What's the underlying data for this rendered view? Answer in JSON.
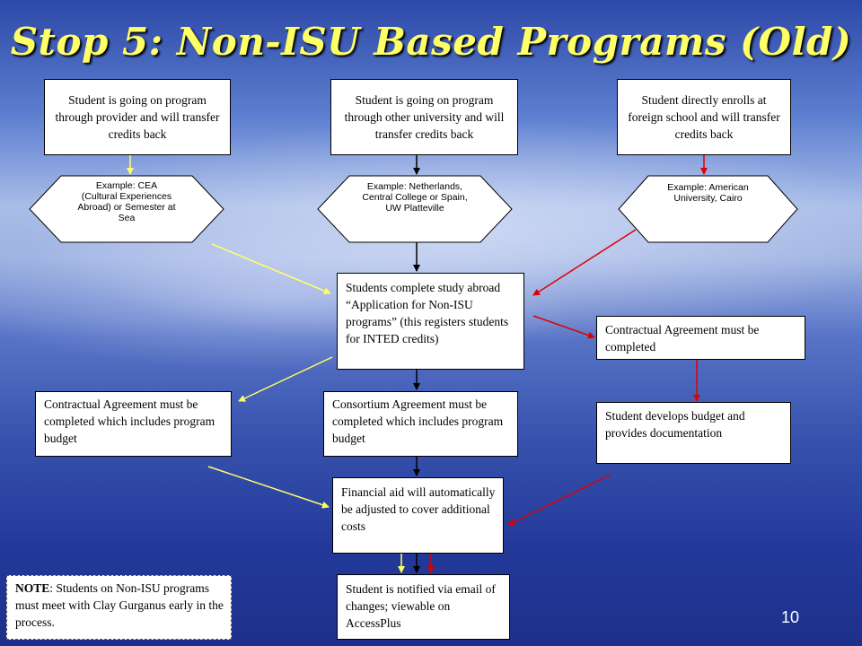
{
  "slide": {
    "title": "Stop 5: Non-ISU Based Programs (Old)",
    "page_number": "10"
  },
  "boxes": {
    "provider": "Student is going on program through provider and will transfer credits back",
    "other_university": "Student is going on program through other university and will transfer credits back",
    "direct_enroll": "Student directly enrolls at foreign school and will transfer credits back",
    "application": "Students complete study abroad “Application for Non-ISU programs” (this registers students for INTED credits)",
    "contractual_right": "Contractual Agreement must be completed",
    "contractual_left": "Contractual Agreement must be completed which includes program budget",
    "consortium": "Consortium Agreement must be completed which includes program budget",
    "budget": "Student develops budget and provides documentation",
    "financial_aid": "Financial aid will automatically be adjusted to cover additional costs",
    "notified": "Student is notified via email of changes; viewable on AccessPlus"
  },
  "hexagons": {
    "left": "Example: CEA (Cultural Experiences Abroad) or Semester at Sea",
    "middle": "Example: Netherlands, Central College or Spain, UW Platteville",
    "right": "Example: American University, Cairo"
  },
  "note": {
    "label": "NOTE",
    "text": ":  Students on Non-ISU programs must meet with Clay Gurganus early in the process."
  },
  "colors": {
    "title": "#ffff66",
    "path_provider": "#ffff66",
    "path_university": "#000000",
    "path_direct": "#dd0000"
  }
}
